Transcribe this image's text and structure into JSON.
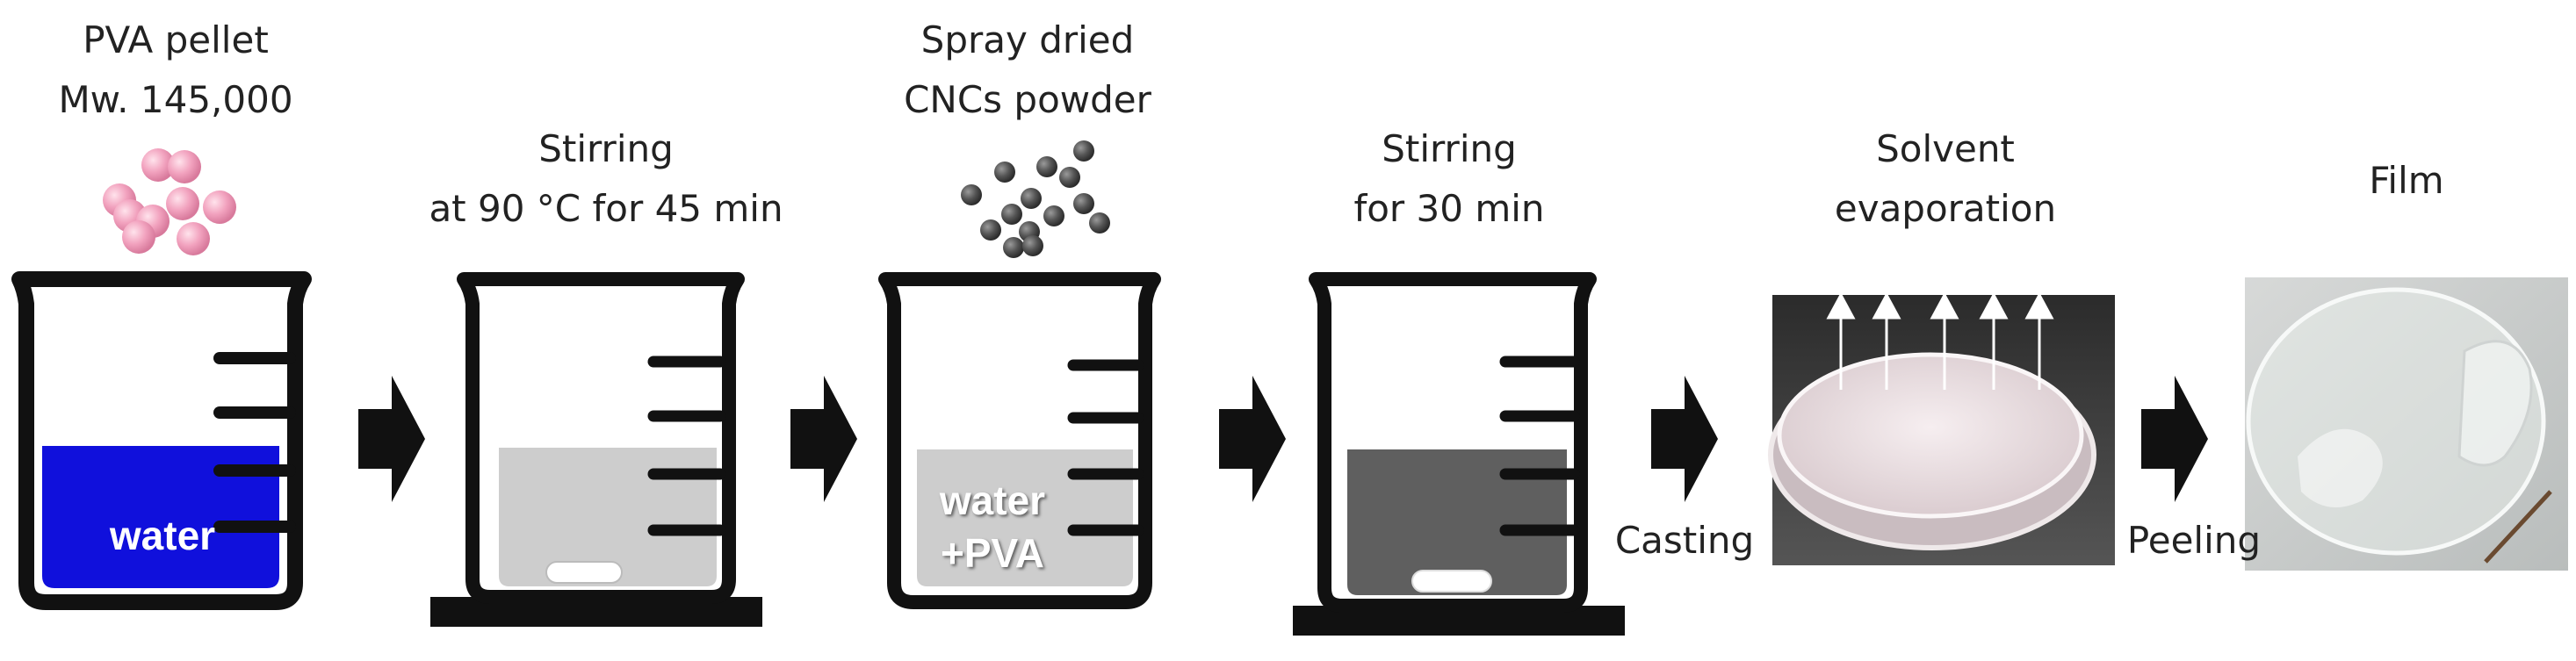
{
  "steps": {
    "pva": {
      "line1": "PVA pellet",
      "line2": "Mw. 145,000",
      "liquid": "water"
    },
    "stir1": {
      "line1": "Stirring",
      "line2": "at 90 °C for 45 min"
    },
    "cnc": {
      "line1": "Spray dried",
      "line2": "CNCs powder",
      "liquid_line1": "water",
      "liquid_line2": "+PVA"
    },
    "stir2": {
      "line1": "Stirring",
      "line2": "for 30 min"
    },
    "evap": {
      "line1": "Solvent",
      "line2": "evaporation"
    },
    "film": {
      "label": "Film"
    }
  },
  "transitions": {
    "casting": "Casting",
    "peeling": "Peeling"
  },
  "colors": {
    "water": "#1010dc",
    "pva_solution": "#cdcdcd",
    "cnc_solution": "#5f5f5f",
    "pellet": "#f0a6c0",
    "cnc_particle": "#555555",
    "outline": "#111111"
  }
}
